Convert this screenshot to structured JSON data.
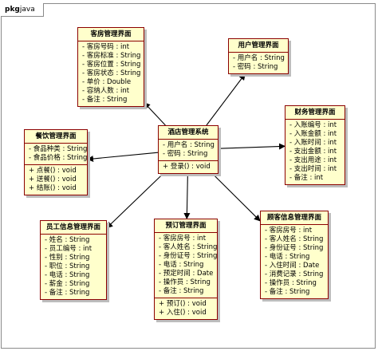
{
  "package": {
    "keyword": "pkg",
    "name": "java"
  },
  "colors": {
    "class_fill": "#ffffcc",
    "class_border": "#8b0000",
    "arrow": "#000000",
    "frame": "#8a8a8a"
  },
  "center_class": "hotel_system",
  "classes": [
    {
      "id": "room_ui",
      "name": "客房管理界面",
      "fields": [
        "- 客房号码 : int",
        "- 客房标准 : String",
        "- 客房位置 : String",
        "- 客房状态 : String",
        "- 单价 : Double",
        "- 容纳人数 : int",
        "- 备注 : String"
      ],
      "methods": []
    },
    {
      "id": "user_ui",
      "name": "用户管理界面",
      "fields": [
        "- 用户名 : String",
        "- 密码 : String"
      ],
      "methods": []
    },
    {
      "id": "finance_ui",
      "name": "财务管理界面",
      "fields": [
        "- 入账编号 : int",
        "- 入账金额 : int",
        "- 入账时间 : int",
        "- 支出金额 : int",
        "- 支出用途 : int",
        "- 支出时间 : int",
        "- 备注 : int"
      ],
      "methods": []
    },
    {
      "id": "catering_ui",
      "name": "餐饮管理界面",
      "fields": [
        "- 食品种类 : String",
        "- 食品价格 : String"
      ],
      "methods": [
        "+ 点餐() : void",
        "+ 送餐() : void",
        "+ 结账() : void"
      ]
    },
    {
      "id": "hotel_system",
      "name": "酒店管理系统",
      "fields": [
        "- 用户名 : String",
        "- 密码 : String"
      ],
      "methods": [
        "+ 登录() : void"
      ]
    },
    {
      "id": "staff_ui",
      "name": "员工信息管理界面",
      "fields": [
        "- 姓名 : String",
        "- 员工编号 : int",
        "- 性别 : String",
        "- 职位 : String",
        "- 电话 : String",
        "- 薪金 : String",
        "- 备注 : String"
      ],
      "methods": []
    },
    {
      "id": "booking_ui",
      "name": "预订管理界面",
      "fields": [
        "- 客房房号 : int",
        "- 客人姓名 : String",
        "- 身份证号 : String",
        "- 电话 : String",
        "- 预定时间 : Date",
        "- 操作员 : String",
        "- 备注 : String"
      ],
      "methods": [
        "+ 预订() : void",
        "+ 入住() : void"
      ]
    },
    {
      "id": "guest_ui",
      "name": "顾客信息管理界面",
      "fields": [
        "- 客房房号 : int",
        "- 客人姓名 : String",
        "- 身份证号 : String",
        "- 电话 : String",
        "- 入住时间 : Date",
        "- 消费记录 : String",
        "- 操作员 : String",
        "- 备注 : String"
      ],
      "methods": []
    }
  ],
  "associations": [
    {
      "from": "hotel_system",
      "to": "room_ui"
    },
    {
      "from": "hotel_system",
      "to": "user_ui"
    },
    {
      "from": "hotel_system",
      "to": "finance_ui"
    },
    {
      "from": "hotel_system",
      "to": "catering_ui"
    },
    {
      "from": "hotel_system",
      "to": "staff_ui"
    },
    {
      "from": "hotel_system",
      "to": "booking_ui"
    },
    {
      "from": "hotel_system",
      "to": "guest_ui"
    }
  ]
}
